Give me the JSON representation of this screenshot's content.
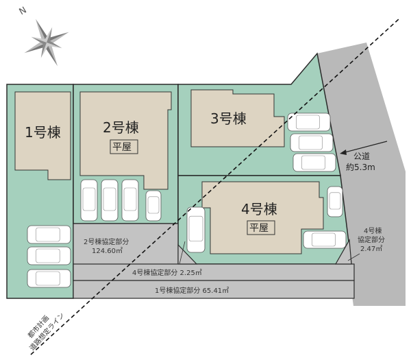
{
  "compass": {
    "north_label": "N",
    "icon": "compass-rose-icon"
  },
  "buildings": [
    {
      "name": "1号棟"
    },
    {
      "name": "2号棟",
      "tag": "平屋"
    },
    {
      "name": "3号棟"
    },
    {
      "name": "4号棟",
      "tag": "平屋"
    }
  ],
  "road": {
    "label": "公道",
    "width": "約5.3m"
  },
  "agreement_areas": {
    "lot2": {
      "label": "2号棟協定部分",
      "area": "124.60㎡"
    },
    "lot4_strip": "4号棟協定部分 2.25㎡",
    "lot1_strip": "1号棟協定部分 65.41㎡",
    "lot4_corner": {
      "line1": "4号棟",
      "line2": "協定部分",
      "area": "2.47㎡"
    }
  },
  "planned_road_line": {
    "line1": "都市計画",
    "line2": "道路想定ライン"
  },
  "colors": {
    "lot": "#a5d0bd",
    "building": "#ddd4c2",
    "agreement": "#c3c3c3",
    "road": "#b9b9b9"
  }
}
